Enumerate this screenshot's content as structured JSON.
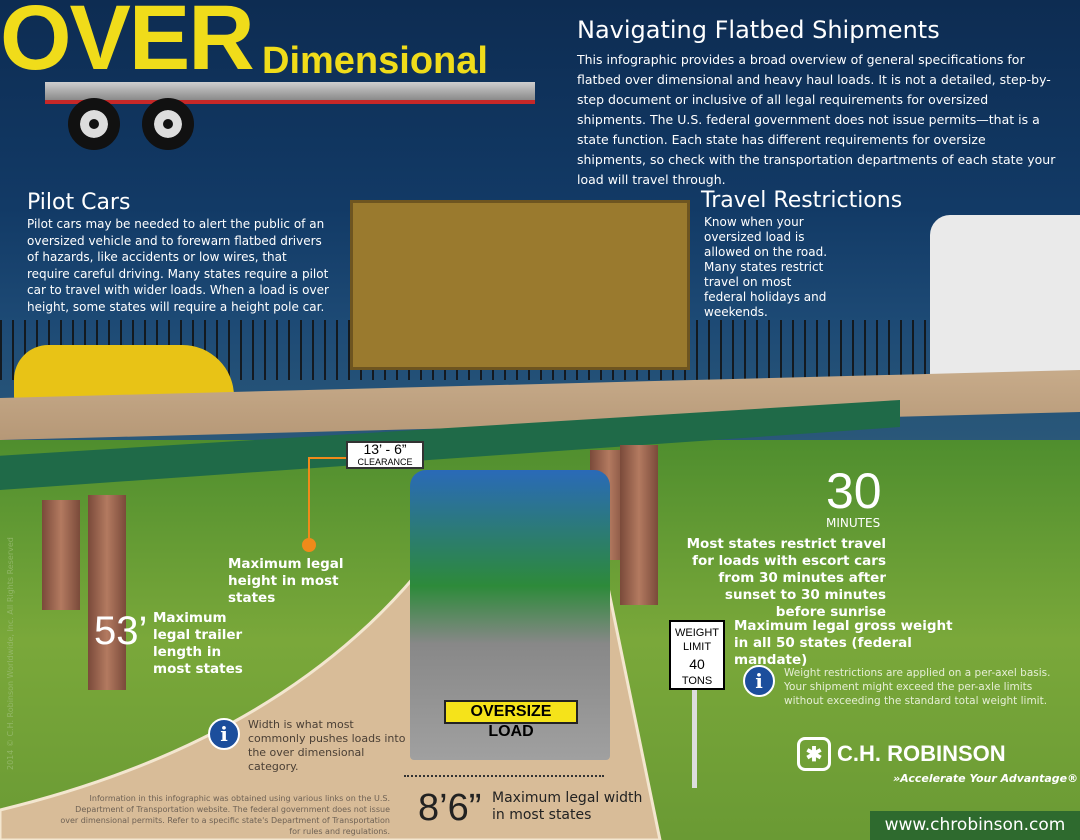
{
  "header": {
    "over": "OVER",
    "dimensional": "Dimensional"
  },
  "intro": {
    "title": "Navigating Flatbed Shipments",
    "body": "This infographic provides a broad overview of general specifications for flatbed over dimensional and heavy haul loads. It is not a detailed, step-by-step document or inclusive of all legal requirements for oversized shipments. The U.S. federal government does not issue permits—that is a state function. Each state has different requirements for oversize shipments, so check with the transportation departments of each state your load will travel through."
  },
  "pilot": {
    "title": "Pilot Cars",
    "body": "Pilot cars may be needed to alert the public of an oversized vehicle and to forewarn flatbed drivers of hazards, like accidents or low wires, that require careful driving. Many states require a pilot car to travel with wider loads. When a load is over height, some states will require a height pole car."
  },
  "travel": {
    "title": "Travel Restrictions",
    "body": "Know when your oversized load is allowed on the road. Many states restrict travel on most federal holidays and weekends."
  },
  "clearance": {
    "value": "13’ - 6”",
    "label": "CLEARANCE",
    "caption": "Maximum legal height in most states"
  },
  "length": {
    "value": "53’",
    "caption": "Maximum legal trailer length in most states"
  },
  "width": {
    "info": "Width is what most commonly pushes loads into the over dimensional category.",
    "value": "8’6”",
    "caption": "Maximum legal width in most states"
  },
  "minutes": {
    "value": "30",
    "unit": "MINUTES",
    "caption": "Most states restrict travel for loads with escort cars from 30 minutes after sunset to 30 minutes before sunrise"
  },
  "weight": {
    "sign": [
      "WEIGHT",
      "LIMIT",
      "40",
      "TONS"
    ],
    "caption": "Maximum legal gross weight in all 50 states (federal mandate)",
    "info": "Weight restrictions are applied on a per-axel basis. Your shipment might exceed the per-axle limits without exceeding the standard total weight limit."
  },
  "oversize_banner": "OVERSIZE LOAD",
  "info_glyph": "i",
  "disclaimer": "Information in this infographic was obtained using various links on the U.S. Department of Transportation website. The federal government does not issue over dimensional permits. Refer to a specific state's Department of Transportation for rules and regulations.",
  "copyright": "2014 © C.H. Robinson Worldwide, Inc. All Rights Reserved",
  "brand": {
    "name": "C.H. ROBINSON",
    "tagline": "»Accelerate Your Advantage®",
    "url": "www.chrobinson.com"
  },
  "colors": {
    "headline": "#f0dc1a",
    "info": "#1c4e9c",
    "footer": "#2e6a2e",
    "sky": "#0d2c52"
  }
}
